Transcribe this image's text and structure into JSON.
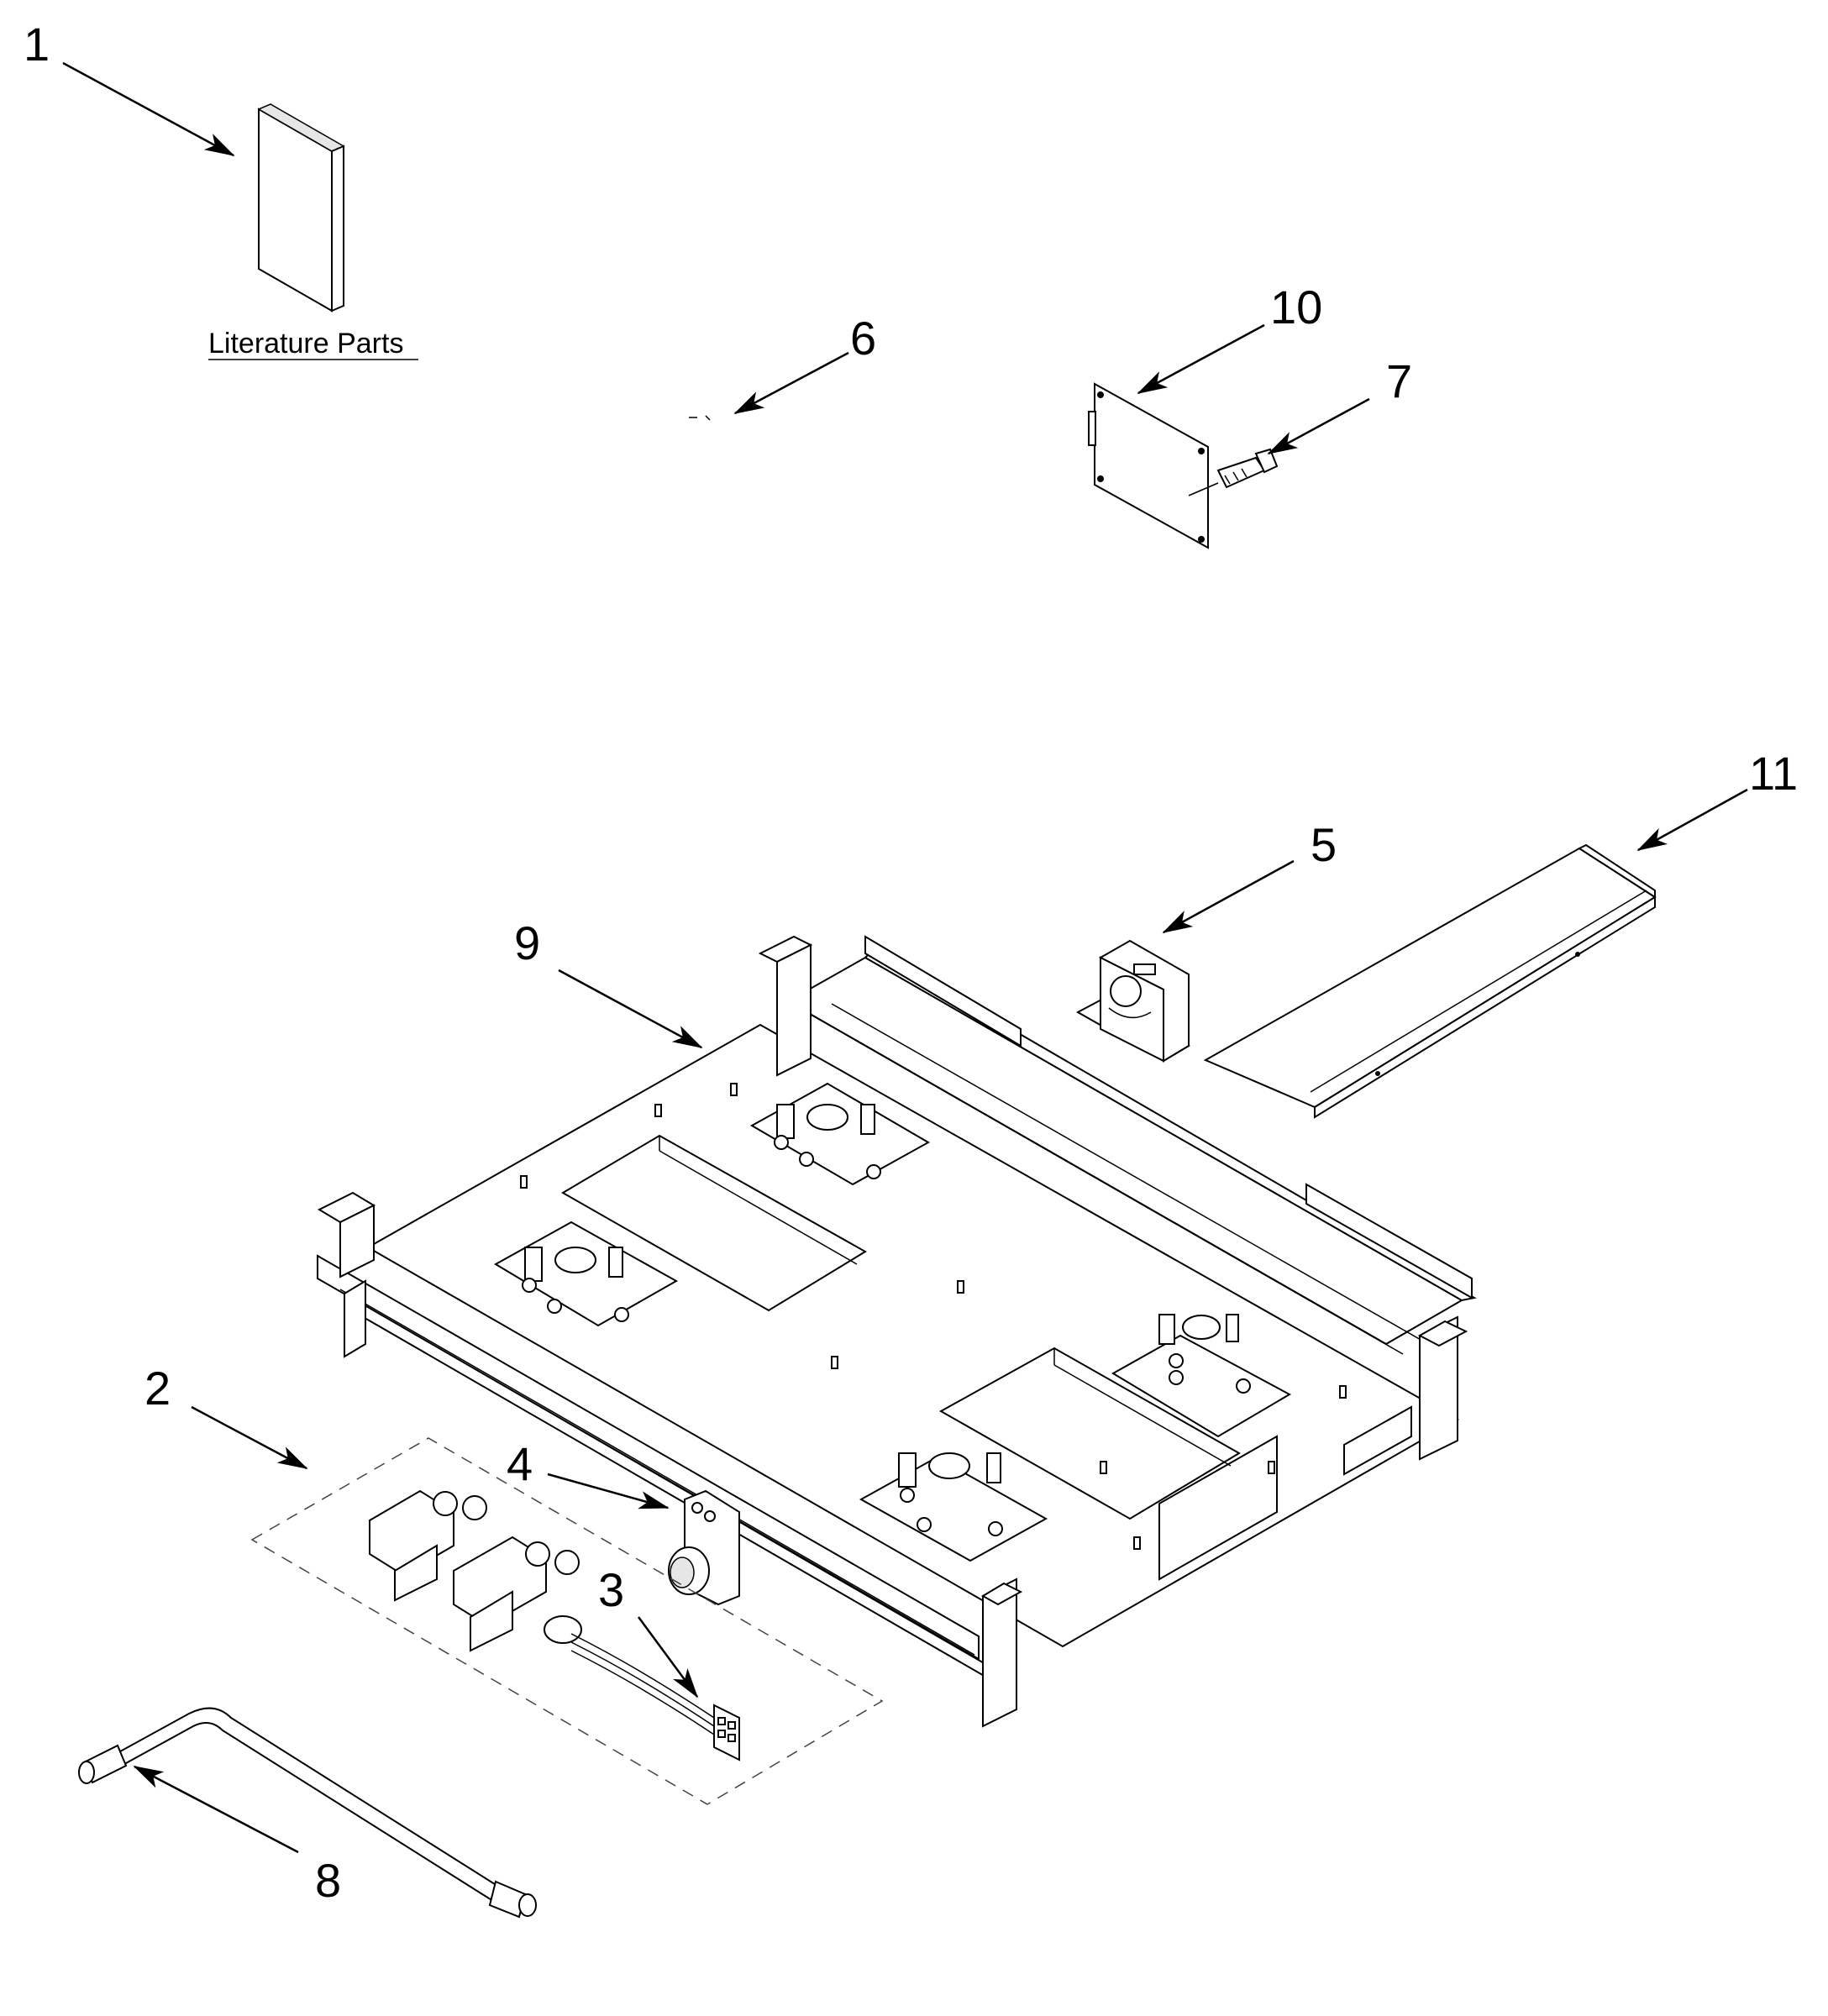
{
  "literature": {
    "label": "Literature Parts"
  },
  "callouts": [
    {
      "id": "1",
      "label": "1"
    },
    {
      "id": "2",
      "label": "2"
    },
    {
      "id": "3",
      "label": "3"
    },
    {
      "id": "4",
      "label": "4"
    },
    {
      "id": "5",
      "label": "5"
    },
    {
      "id": "6",
      "label": "6"
    },
    {
      "id": "7",
      "label": "7"
    },
    {
      "id": "8",
      "label": "8"
    },
    {
      "id": "9",
      "label": "9"
    },
    {
      "id": "10",
      "label": "10"
    },
    {
      "id": "11",
      "label": "11"
    }
  ]
}
